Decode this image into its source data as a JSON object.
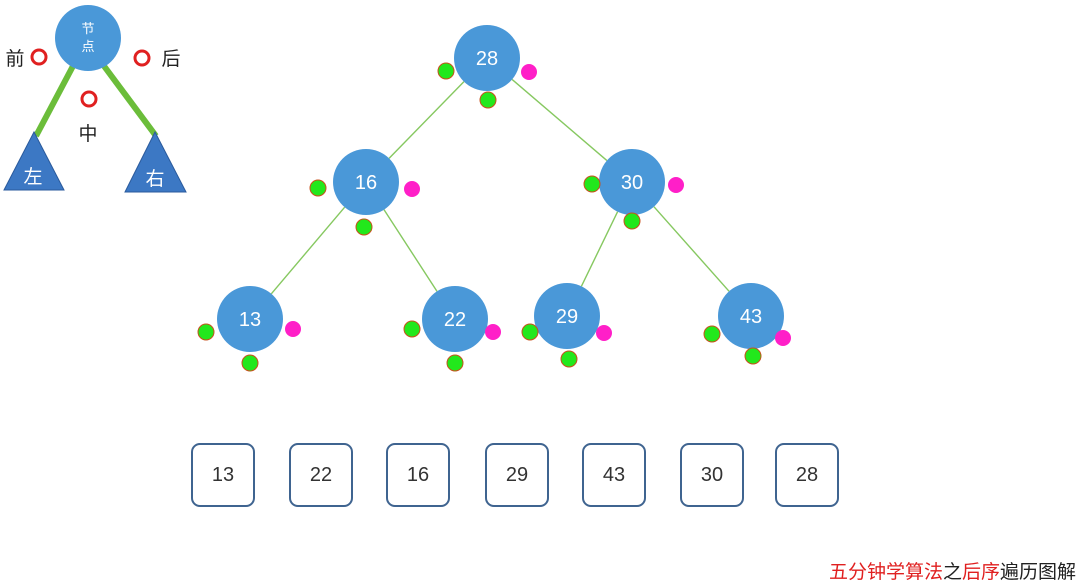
{
  "legend": {
    "node_label": "节点",
    "left_label": "左",
    "right_label": "右",
    "pre_label": "前",
    "in_label": "中",
    "post_label": "后",
    "colors": {
      "node": "#4a98d8",
      "edge": "#6bbd3a",
      "marker_ring": "#e02020",
      "triangle": "#3c78c4"
    }
  },
  "tree": {
    "root": "28",
    "nodes": [
      {
        "id": "n28",
        "value": "28",
        "left": "n16",
        "right": "n30"
      },
      {
        "id": "n16",
        "value": "16",
        "left": "n13",
        "right": "n22"
      },
      {
        "id": "n30",
        "value": "30",
        "left": "n29",
        "right": "n43"
      },
      {
        "id": "n13",
        "value": "13"
      },
      {
        "id": "n22",
        "value": "22"
      },
      {
        "id": "n29",
        "value": "29"
      },
      {
        "id": "n43",
        "value": "43"
      }
    ],
    "colors": {
      "node": "#4a98d8",
      "edge": "#86c860",
      "visit_dot": "#22e81c",
      "visit_dot_outline": "#c8501c",
      "post_dot": "#ff1fc8"
    }
  },
  "sequence": [
    "13",
    "22",
    "16",
    "29",
    "43",
    "30",
    "28"
  ],
  "caption": {
    "part1": "五分钟学算法",
    "part2": "之",
    "part3": "后序",
    "part4": "遍历图解",
    "colors": {
      "highlight": "#e02020",
      "normal": "#222222"
    }
  }
}
